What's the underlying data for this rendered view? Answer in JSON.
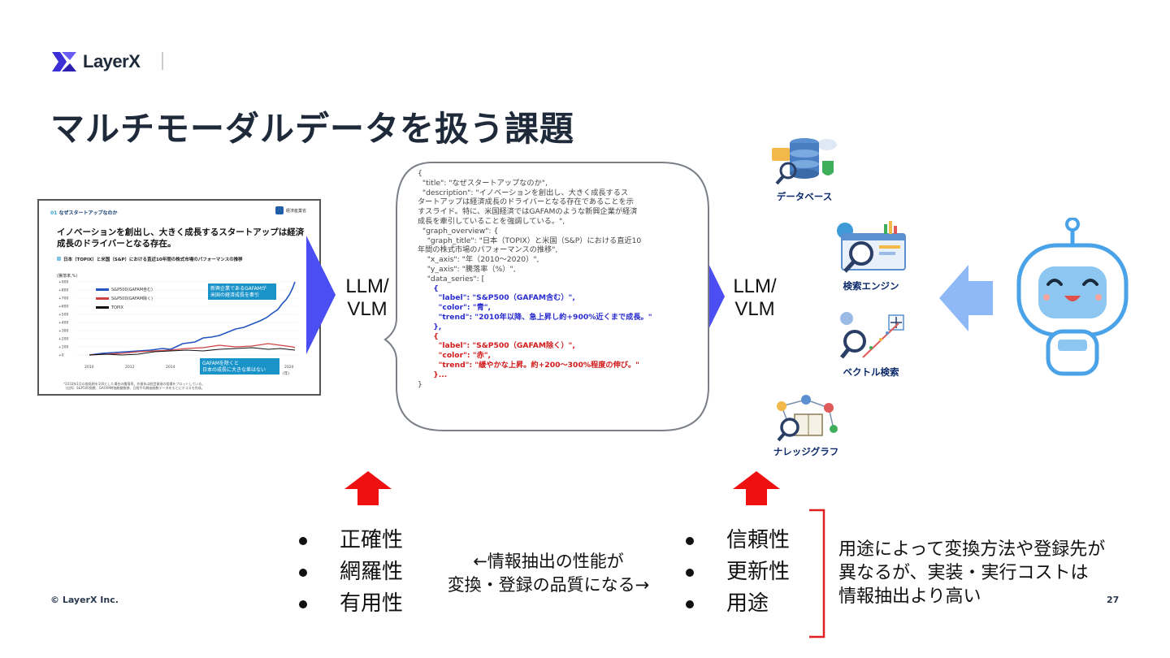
{
  "brand": {
    "name": "LayerX",
    "colors": {
      "primary": "#1e2a3a",
      "accent": "#4a3ddb",
      "chevron": "#4b4ef2",
      "arrow_red": "#ee1111",
      "arrow_blue": "#8fb8f7"
    }
  },
  "slide": {
    "title": "マルチモーダルデータを扱う課題",
    "copyright": "© LayerX Inc.",
    "page_number": "27"
  },
  "source_slide": {
    "section_number": "01",
    "section_title": "なぜスタートアップなのか",
    "org_name": "経済産業省",
    "headline": "イノベーションを創出し、大きく成長するスタートアップは経済成長のドライバーとなる存在。",
    "chart_title": "日本（TOPIX）と米国（S&P）における直近10年間の株式市場のパフォーマンスの推移",
    "y_axis_label": "(騰落率,%)",
    "x_unit": "(年)",
    "legend": [
      "S&P500(GAFAM含む)",
      "S&P500(GAFAM除く)",
      "TOPIX"
    ],
    "y_ticks": [
      "+900",
      "+800",
      "+700",
      "+600",
      "+500",
      "+400",
      "+300",
      "+200",
      "+100",
      "+0"
    ],
    "x_ticks": [
      "2010",
      "2012",
      "2014",
      "2020"
    ],
    "callout_top": [
      "新興企業であるGAFAMが",
      "米国の経済成長を牽引"
    ],
    "callout_bottom": [
      "GAFAMを除くと",
      "日本の成長に大きな差はない"
    ],
    "footnote": [
      "*2010年1月の各銘柄を100とした場合の騰落率。外資系は経営資源の相場をプロットしている。",
      "（出所）S&P500指数、GAFAM時価総額推移、日経平均株価指数データをもとにオコスモ作成。"
    ]
  },
  "llm_label": [
    "LLM/",
    "VLM"
  ],
  "bubble_lines": [
    {
      "t": "{",
      "c": ""
    },
    {
      "t": "  \"title\": \"なぜスタートアップなのか\",",
      "c": ""
    },
    {
      "t": "  \"description\": \"イノベーションを創出し、大きく成長するス",
      "c": ""
    },
    {
      "t": "タートアップは経済成長のドライバーとなる存在であることを示",
      "c": ""
    },
    {
      "t": "すスライド。特に、米国経済ではGAFAMのような新興企業が経済",
      "c": ""
    },
    {
      "t": "成長を牽引していることを強調している。\",",
      "c": ""
    },
    {
      "t": "  \"graph_overview\": {",
      "c": ""
    },
    {
      "t": "    \"graph_title\": \"日本（TOPIX）と米国（S&P）における直近10",
      "c": ""
    },
    {
      "t": "年間の株式市場のパフォーマンスの推移\",",
      "c": ""
    },
    {
      "t": "    \"x_axis\": \"年（2010〜2020）\",",
      "c": ""
    },
    {
      "t": "    \"y_axis\": \"騰落率（%）\",",
      "c": ""
    },
    {
      "t": "    \"data_series\": [",
      "c": ""
    },
    {
      "t": "      {",
      "c": "blue"
    },
    {
      "t": "        \"label\": \"S&P500（GAFAM含む）\",",
      "c": "blue"
    },
    {
      "t": "        \"color\": \"青\",",
      "c": "blue"
    },
    {
      "t": "        \"trend\": \"2010年以降、急上昇し約+900%近くまで成長。\"",
      "c": "blue"
    },
    {
      "t": "      },",
      "c": "blue"
    },
    {
      "t": "      {",
      "c": "red"
    },
    {
      "t": "        \"label\": \"S&P500（GAFAM除く）\",",
      "c": "red"
    },
    {
      "t": "        \"color\": \"赤\",",
      "c": "red"
    },
    {
      "t": "        \"trend\": \"緩やかな上昇。約+200〜300%程度の伸び。\"",
      "c": "red"
    },
    {
      "t": "      }...",
      "c": "red"
    },
    {
      "t": "}",
      "c": ""
    }
  ],
  "tools": {
    "database": "データベース",
    "search": "検索エンジン",
    "vector": "ベクトル検索",
    "knowledge": "ナレッジグラフ"
  },
  "left_bullets": [
    "正確性",
    "網羅性",
    "有用性"
  ],
  "mid_note": [
    "←情報抽出の性能が",
    "変換・登録の品質になる→"
  ],
  "right_bullets": [
    "信頼性",
    "更新性",
    "用途"
  ],
  "right_note": [
    "用途によって変換方法や登録先が",
    "異なるが、実装・実行コストは",
    "情報抽出より高い"
  ]
}
